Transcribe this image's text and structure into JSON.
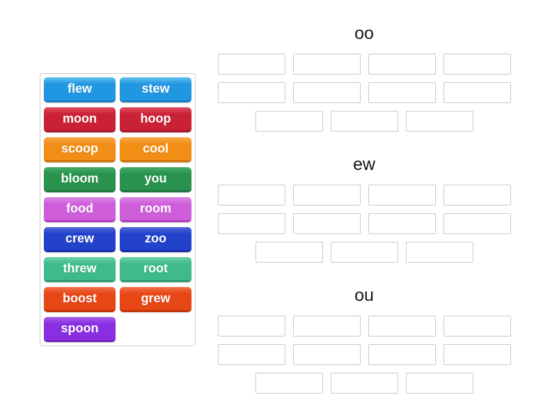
{
  "page": {
    "background": "#ffffff",
    "title_color": "#161616"
  },
  "word_bank": {
    "tiles": [
      {
        "label": "flew",
        "color": "blue"
      },
      {
        "label": "stew",
        "color": "blue"
      },
      {
        "label": "moon",
        "color": "crimson"
      },
      {
        "label": "hoop",
        "color": "crimson"
      },
      {
        "label": "scoop",
        "color": "orange"
      },
      {
        "label": "cool",
        "color": "orange"
      },
      {
        "label": "bloom",
        "color": "green"
      },
      {
        "label": "you",
        "color": "green"
      },
      {
        "label": "food",
        "color": "orchid"
      },
      {
        "label": "room",
        "color": "orchid"
      },
      {
        "label": "crew",
        "color": "royalblue"
      },
      {
        "label": "zoo",
        "color": "royalblue"
      },
      {
        "label": "threw",
        "color": "seagreen"
      },
      {
        "label": "root",
        "color": "seagreen"
      },
      {
        "label": "boost",
        "color": "orangered"
      },
      {
        "label": "grew",
        "color": "orangered"
      },
      {
        "label": "spoon",
        "color": "purple"
      }
    ]
  },
  "groups": [
    {
      "title": "oo",
      "slot_count": 11
    },
    {
      "title": "ew",
      "slot_count": 11
    },
    {
      "title": "ou",
      "slot_count": 11
    }
  ],
  "palette": {
    "blue": {
      "light": "#62c0f0",
      "base": "#2196e1",
      "dark": "#1b7ec0"
    },
    "crimson": {
      "light": "#dd4f60",
      "base": "#cb2137",
      "dark": "#a8182b"
    },
    "orange": {
      "light": "#f8ab48",
      "base": "#f28d15",
      "dark": "#cc730a"
    },
    "green": {
      "light": "#46ab66",
      "base": "#28924e",
      "dark": "#1d7740"
    },
    "orchid": {
      "light": "#de8ae8",
      "base": "#ce5eda",
      "dark": "#b03fbc"
    },
    "royalblue": {
      "light": "#5064d8",
      "base": "#2342cb",
      "dark": "#1a2fa4"
    },
    "seagreen": {
      "light": "#6fd0aa",
      "base": "#3eba8b",
      "dark": "#2f9c73"
    },
    "orangered": {
      "light": "#f07048",
      "base": "#e74615",
      "dark": "#c23407"
    },
    "purple": {
      "light": "#a660ec",
      "base": "#8a2ee2",
      "dark": "#7123be"
    }
  },
  "slot_style": {
    "border_color": "#c9c9c9",
    "fill": "#ffffff"
  }
}
